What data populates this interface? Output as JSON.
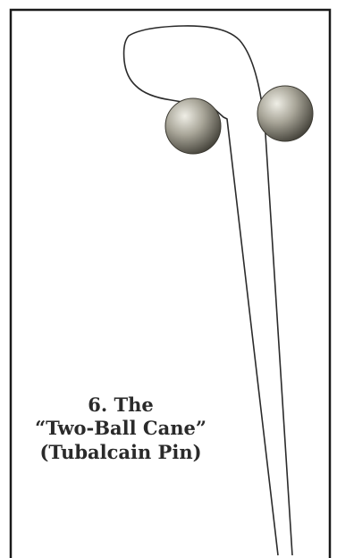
{
  "caption": {
    "line1": "6. The",
    "line2": "“Two-Ball Cane”",
    "line3": "(Tubalcain Pin)"
  },
  "colors": {
    "border": "#1a1a1a",
    "outline": "#2b2b2b",
    "ball_highlight": "#efeee6",
    "ball_mid": "#a9a699",
    "ball_shadow": "#4a483f",
    "text": "#2a2a2a"
  }
}
